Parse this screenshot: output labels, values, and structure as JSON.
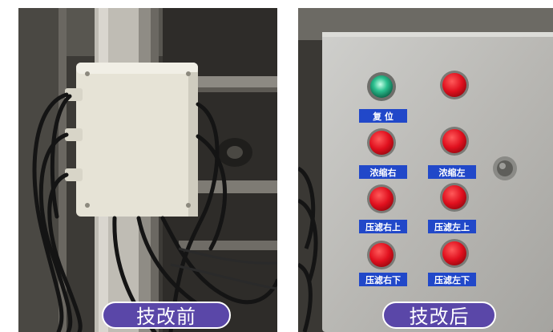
{
  "captions": {
    "before": "技改前",
    "after": "技改后"
  },
  "panel": {
    "labels": [
      "复  位",
      "浓缩右",
      "浓缩左",
      "压滤右上",
      "压滤左上",
      "压滤右下",
      "压滤左下"
    ]
  },
  "colors": {
    "caption_bg": "#5a47a8",
    "label_bg": "#2148c9",
    "lamp_red": "#e0101e",
    "lamp_green": "#2bbf8e"
  }
}
